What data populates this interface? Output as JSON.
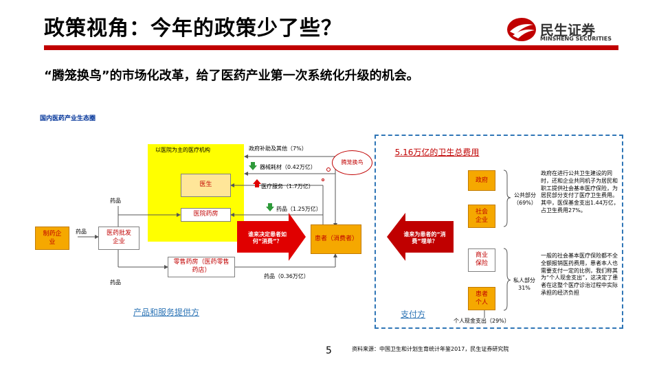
{
  "header": {
    "title": "政策视角：今年的政策少了些？",
    "logo_cn": "民生证券",
    "logo_en": "MINSHENG SECURITIES"
  },
  "subtitle": "“腾笼换鸟”的市场化改革，给了医药产业第一次系统化升级的机会。",
  "diagram": {
    "title": "国内医药产业生态圈",
    "hospital_group_label": "以医院为主的医疗机构",
    "gov_subsidy_label": "政府补助及其他（7%）",
    "devices_label": "器械耗材（0.42万亿）",
    "services_label": "医疗服务（1.7万亿）",
    "drugs_125_label": "药品（1.25万亿）",
    "drugs_036_label": "药品（0.36万亿）",
    "drug_label_1": "药品",
    "drug_label_2": "药品",
    "drug_label_3": "药品",
    "bubble": "腾笼换鸟",
    "boxes": {
      "doctor": "医生",
      "hospital_pharmacy": "医院药房",
      "pharma": "制药企业",
      "wholesale": "医药批发企业",
      "retail": "零售药房（医药零售药店）",
      "patient": "患者（消费者）"
    },
    "arrow_left_text": "谁来决定患者如何“消费”？",
    "arrow_right_text": "谁来为患者的“消费”埋单？",
    "total_health_cost": "5.16万亿的卫生总费用",
    "payers": {
      "gov": "政府",
      "social": "社会企业",
      "commercial": "商业保险",
      "individual": "患者个人"
    },
    "public_share": "公共部分（69%）",
    "private_share": "私人部分31%",
    "public_note": "政府在进行公共卫生建设的同时，还和企业共同机子为居民和职工提供社会基本医疗保险，为居民部分支付了医疗卫生费用。其中，医保基金支出1.44万亿，占卫生费用27%。",
    "private_note": "一般的社会基本医疗保险都不全全额报销医药费用，患者本人也需要支付一定的比例，我们称其为“个人现金支出”，这决定了患者在这整个医疗诊治过程中实际承担的经济负担",
    "oop_label": "个人现金支出（29%）",
    "provider_label": "产品和服务提供方",
    "payer_label": "支付方"
  },
  "footer": {
    "page_number": "5",
    "source": "资料来源：中国卫生和计划生育统计年鉴2017，民生证券研究院"
  },
  "colors": {
    "accent_red": "#c00000",
    "orange": "#f5a800",
    "yellow": "#ffff00",
    "blue": "#2e75b6",
    "green": "#2e9a3a"
  }
}
